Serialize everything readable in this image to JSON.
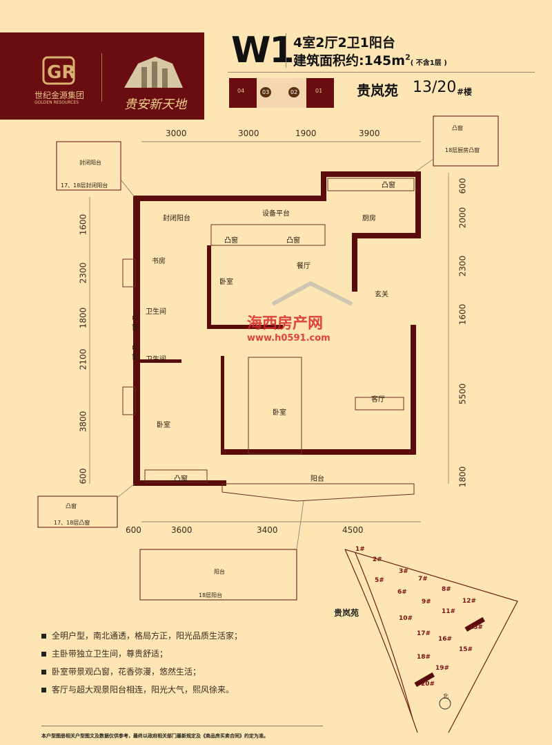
{
  "brand": {
    "company_cn": "世纪金源集团",
    "company_en": "GOLDEN RESOURCES",
    "project": "贵安新天地"
  },
  "header": {
    "unit": "W1",
    "layout": "4室2厅2卫1阳台",
    "area_label": "建筑面积约:145m",
    "area_sup": "2",
    "area_note": "( 不含1层 )",
    "community": "贵岚苑",
    "building": "13/20",
    "building_suffix": "#楼",
    "key_units": [
      "04",
      "03",
      "02",
      "01"
    ]
  },
  "plan": {
    "rooms": {
      "enclosed_balcony": "封闭阳台",
      "equipment": "设备平台",
      "kitchen": "厨房",
      "bay1": "凸窗",
      "bay2": "凸窗",
      "study": "书房",
      "dining": "餐厅",
      "bedroom1": "卧室",
      "foyer": "玄关",
      "bath1": "卫生间",
      "bay3": "凸窗",
      "bay4": "凸窗",
      "bath2": "卫生间",
      "master": "卧室",
      "living": "客厅",
      "bedroom3": "卧室",
      "bay5": "凸窗",
      "balcony": "阳台",
      "kitchen_bay": "凸窗"
    },
    "dims_top": [
      "3000",
      "3000",
      "1900",
      "3900"
    ],
    "dims_left": [
      "1600",
      "2300",
      "1800",
      "2100",
      "3800",
      "600"
    ],
    "dims_right": [
      "600",
      "2000",
      "2300",
      "1600",
      "5500",
      "1800"
    ],
    "dims_bottom": [
      "600",
      "3600",
      "3400",
      "4500"
    ]
  },
  "insets": {
    "tl_room": "封闭阳台",
    "tl_caption": "17、18层封闭阳台",
    "tr_room": "凸窗",
    "tr_caption": "18层厨房凸窗",
    "bl_room": "凸窗",
    "bl_caption": "17、18层凸窗",
    "bc_room": "阳台",
    "bc_caption": "18层阳台"
  },
  "watermark": {
    "name": "海西房产网",
    "url": "www.h0591.com"
  },
  "features": [
    "全明户型，南北通透，格局方正，阳光品质生活家；",
    "主卧带独立卫生间，尊贵舒适；",
    "卧室带景观凸窗，花香弥漫，悠然生活；",
    "客厅与超大观景阳台相连，阳光大气，熙风徐来。"
  ],
  "disclaimer": "本户型图册相关户型图文及数据仅供参考，最终以政府相关部门最新规定及《商品房买卖合同》约定为准。",
  "site": {
    "label": "贵岚苑",
    "north": "北",
    "buildings": [
      "1#",
      "2#",
      "3#",
      "5#",
      "6#",
      "7#",
      "8#",
      "9#",
      "10#",
      "11#",
      "12#",
      "13#",
      "15#",
      "16#",
      "17#",
      "18#",
      "19#",
      "20#"
    ]
  }
}
